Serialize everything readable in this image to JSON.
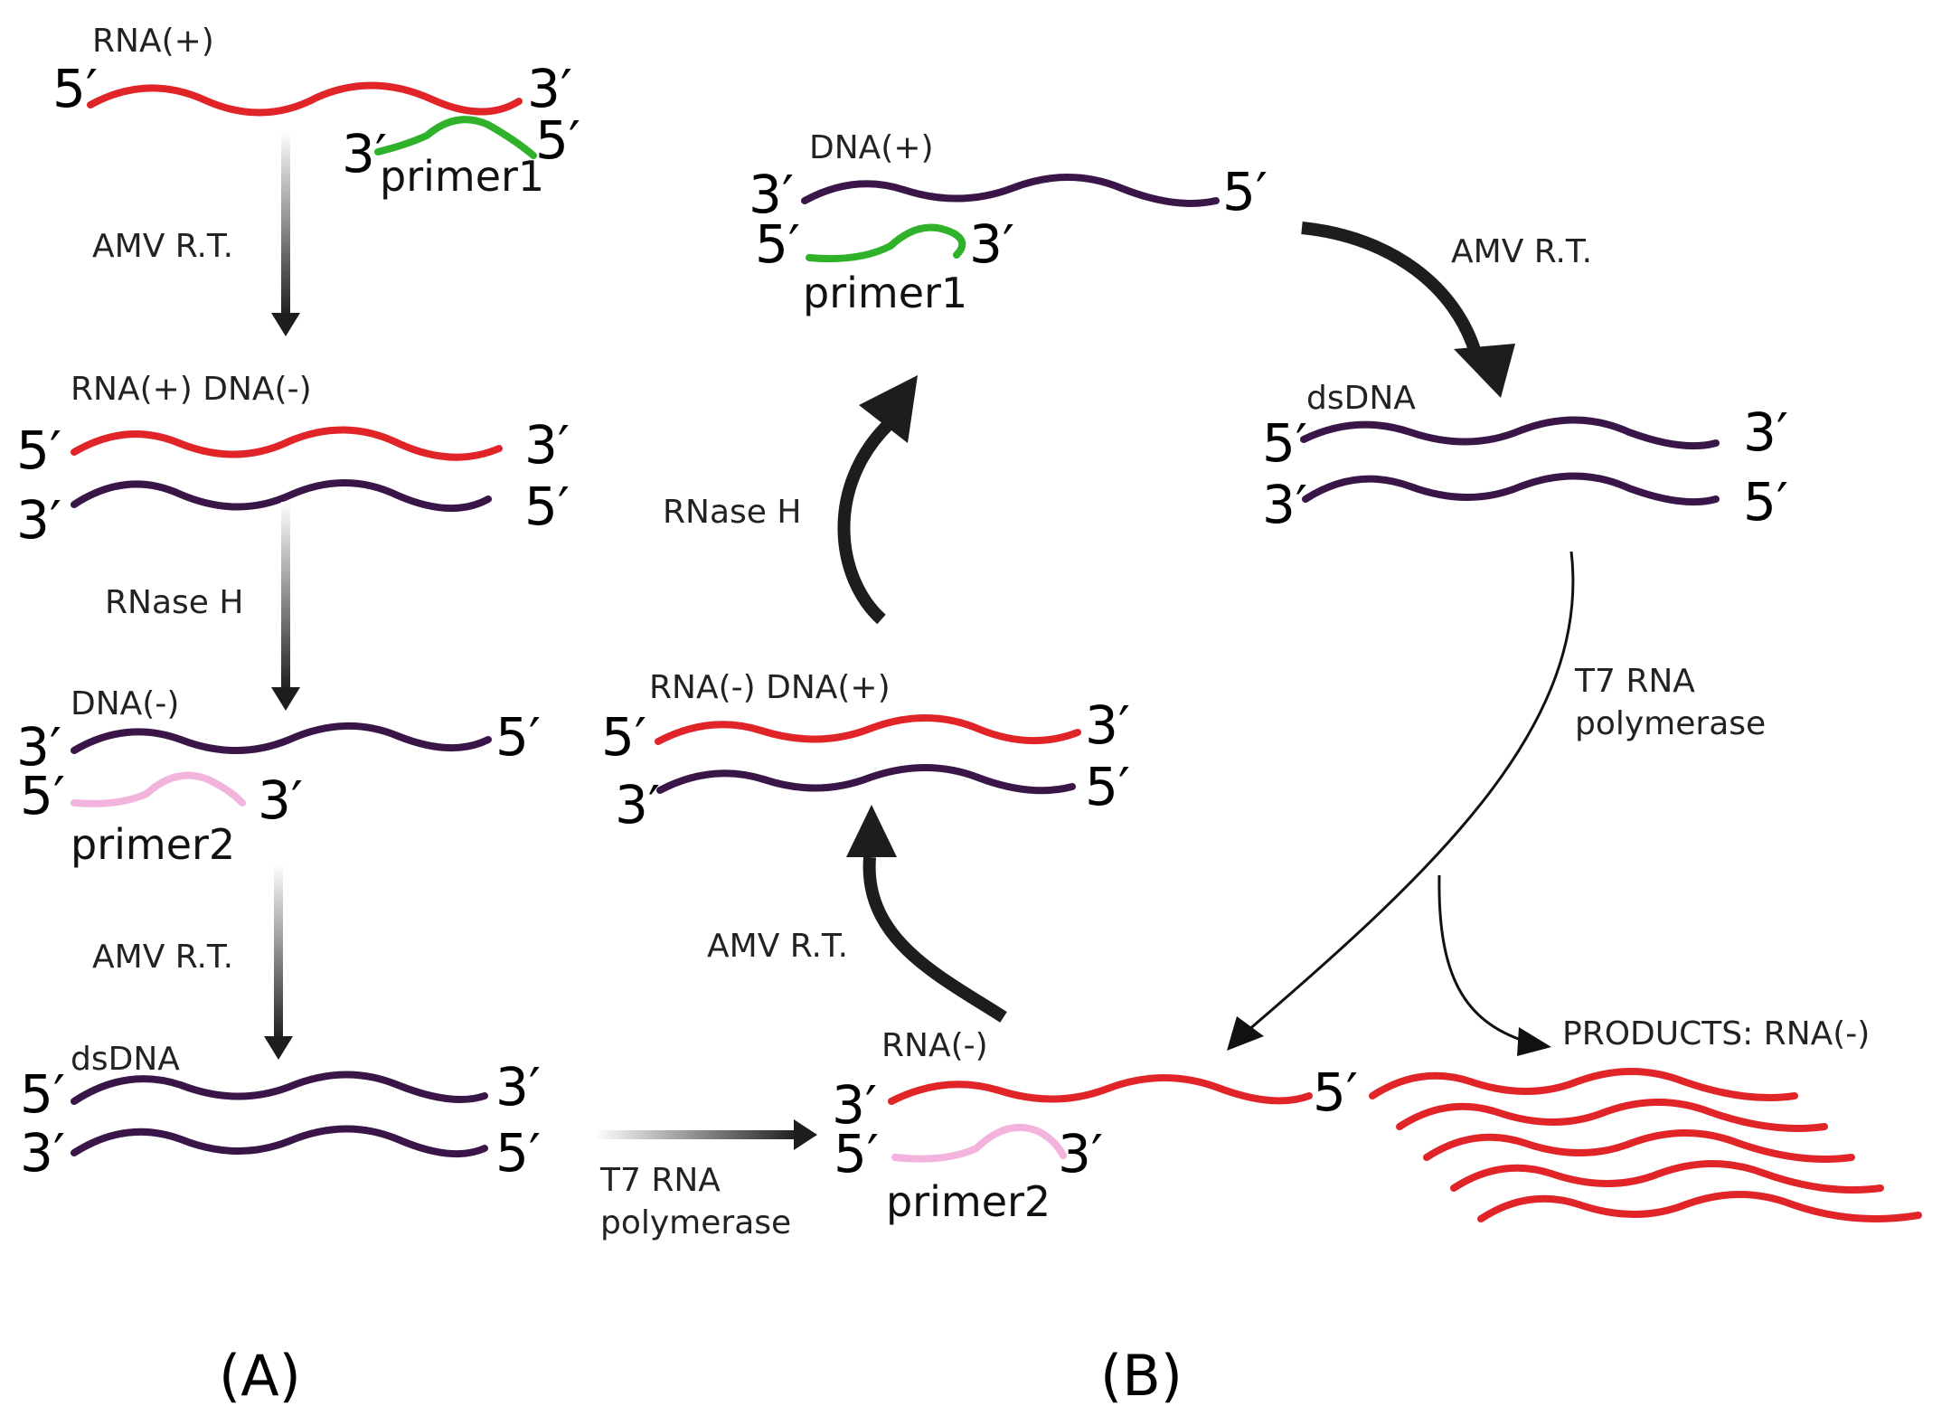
{
  "colors": {
    "rna": "#e02427",
    "dna": "#3a1648",
    "primer1": "#2fb12a",
    "primer2": "#f2b3dc",
    "arrow": "#1d1d1d"
  },
  "panel_a": {
    "label": "(A)",
    "rna_plus": {
      "label": "RNA(+)",
      "left_end": "5′",
      "right_end": "3′"
    },
    "primer1": {
      "label": "primer1",
      "left_end": "3′",
      "right_end": "5′"
    },
    "step1": "AMV R.T.",
    "hybrid": {
      "label": "RNA(+) DNA(-)",
      "rna_left": "5′",
      "rna_right": "3′",
      "dna_left": "3′",
      "dna_right": "5′"
    },
    "step2": "RNase H",
    "dna_minus": {
      "label": "DNA(-)",
      "left_end": "3′",
      "right_end": "5′"
    },
    "primer2": {
      "label": "primer2",
      "left_end": "5′",
      "right_end": "3′"
    },
    "step3": "AMV R.T.",
    "dsdna": {
      "label": "dsDNA",
      "top_left": "5′",
      "top_right": "3′",
      "bottom_left": "3′",
      "bottom_right": "5′"
    },
    "transition": {
      "line1": "T7 RNA",
      "line2": "polymerase"
    }
  },
  "panel_b": {
    "label": "(B)",
    "rna_minus": {
      "label": "RNA(-)",
      "left_end": "3′",
      "right_end": "5′"
    },
    "primer2": {
      "label": "primer2",
      "left_end": "5′",
      "right_end": "3′"
    },
    "step_rt1": "AMV R.T.",
    "hybrid": {
      "label": "RNA(-) DNA(+)",
      "rna_left": "5′",
      "rna_right": "3′",
      "dna_left": "3′",
      "dna_right": "5′"
    },
    "step_rnase": "RNase H",
    "dna_plus": {
      "label": "DNA(+)",
      "left_end": "3′",
      "right_end": "5′"
    },
    "primer1": {
      "label": "primer1",
      "left_end": "5′",
      "right_end": "3′"
    },
    "step_rt2": "AMV R.T.",
    "dsdna": {
      "label": "dsDNA",
      "top_left": "5′",
      "top_right": "3′",
      "bottom_left": "3′",
      "bottom_right": "5′"
    },
    "t7": {
      "line1": "T7 RNA",
      "line2": "polymerase"
    },
    "products": "PRODUCTS: RNA(-)"
  }
}
